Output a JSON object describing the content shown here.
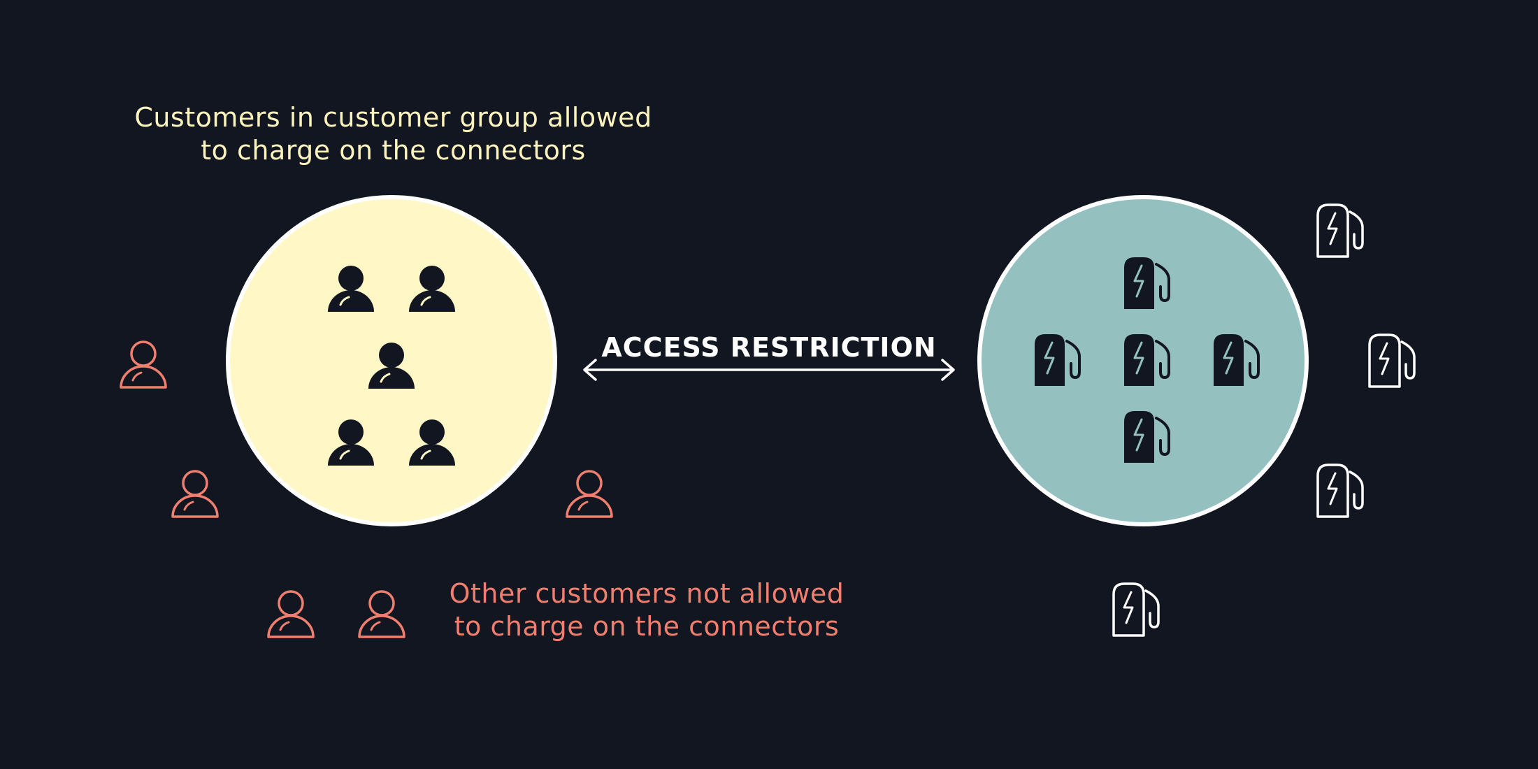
{
  "allowed_label": {
    "line1": "Customers in customer group allowed",
    "line2": "to charge on the connectors"
  },
  "blocked_label": {
    "line1": "Other customers not allowed",
    "line2": "to charge on the connectors"
  },
  "access_label": "ACCESS RESTRICTION",
  "colors": {
    "background": "#121620",
    "customer_circle": "#FFF8C6",
    "connector_circle": "#94C1C0",
    "allowed_text": "#FCF3BF",
    "blocked": "#F07F6F",
    "icon_dark": "#121620",
    "white": "#FFFFFF"
  },
  "icons": {
    "allowed_customer": "person-icon",
    "other_customer": "person-outline-icon",
    "connector_in_group": "charger-icon",
    "connector_outside": "charger-outline-icon"
  }
}
